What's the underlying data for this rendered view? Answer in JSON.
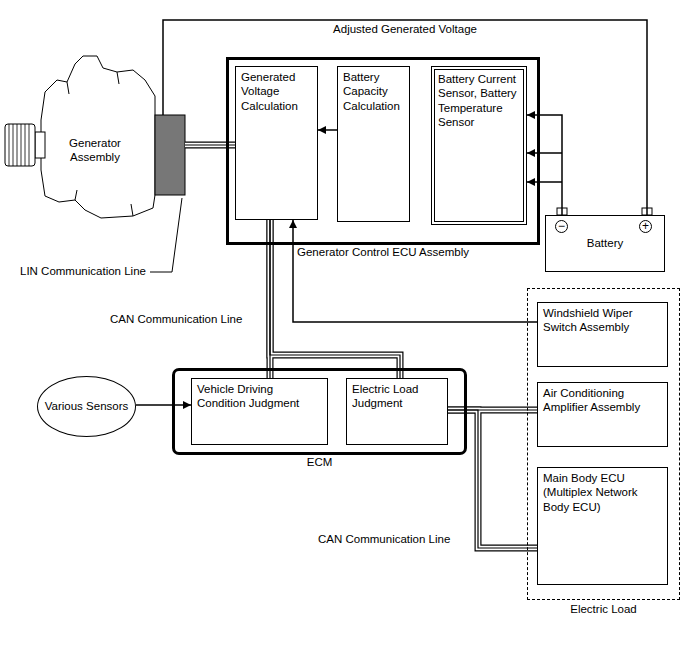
{
  "diagram": {
    "nodes": [
      {
        "text": [
          "Generator Assembly"
        ]
      },
      {
        "text": [
          "Generator Control ECU Assembly"
        ]
      },
      {
        "text": [
          "Generated Voltage Calculation"
        ],
        "in": 1
      },
      {
        "text": [
          "Battery Capacity Calculation"
        ],
        "in": 1
      },
      {
        "text": [
          "Battery Current Sensor, Battery Temperature Sensor"
        ],
        "in": 1
      },
      {
        "text": [
          "Battery"
        ]
      },
      {
        "text": [
          "Electric Load"
        ]
      },
      {
        "text": [
          "Windshield Wiper Switch Assembly"
        ],
        "in": 6
      },
      {
        "text": [
          "Various Sensors"
        ]
      },
      {
        "text": [
          "ECM"
        ]
      },
      {
        "text": [
          "Vehicle Driving Condition Judgment"
        ],
        "in": 9
      },
      {
        "text": [
          "Electric Load Judgment"
        ],
        "in": 9
      },
      {
        "text": [
          "Air Conditioning Amplifier Assembly"
        ],
        "in": 6
      },
      {
        "text": [
          "Main Body ECU (Multiplex Network Body ECU)"
        ],
        "in": 6
      }
    ],
    "edges": [
      {
        "from": 0,
        "to": 2,
        "arrow": "none"
      },
      {
        "from": 3,
        "to": 2,
        "arrow": "to"
      },
      {
        "from": 5,
        "to": 4,
        "arrow": "to"
      },
      {
        "from": 0,
        "to": 5,
        "label": "Adjusted Generated Voltage",
        "arrow": "none"
      },
      {
        "from": 7,
        "to": 2,
        "arrow": "to"
      },
      {
        "from": 2,
        "to": 10,
        "arrow": "none"
      },
      {
        "from": 2,
        "to": 11,
        "arrow": "none"
      },
      {
        "from": 8,
        "to": 10,
        "arrow": "to"
      },
      {
        "from": 11,
        "to": 12,
        "arrow": "none"
      },
      {
        "from": 11,
        "to": 13,
        "arrow": "none"
      }
    ],
    "labels": [
      "LIN Communication Line",
      "CAN Communication Line",
      "CAN Communication Line",
      "−",
      "+"
    ]
  }
}
